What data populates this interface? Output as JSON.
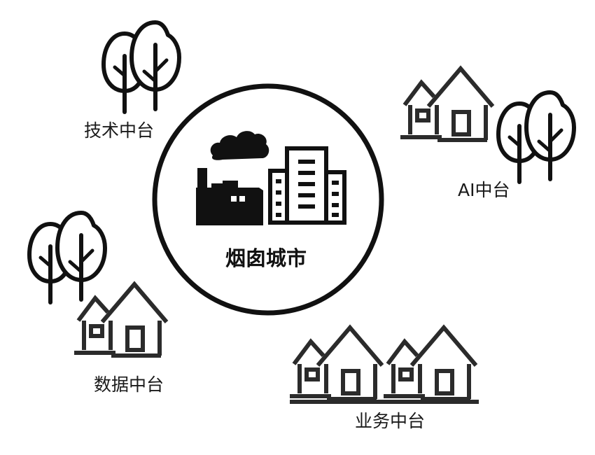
{
  "center": {
    "title": "烟囱城市"
  },
  "nodes": {
    "tech": {
      "label": "技术中台"
    },
    "ai": {
      "label": "AI中台"
    },
    "data": {
      "label": "数据中台"
    },
    "business": {
      "label": "业务中台"
    }
  },
  "colors": {
    "stroke": "#2b2b2b",
    "fill": "#111111",
    "background": "#ffffff"
  }
}
